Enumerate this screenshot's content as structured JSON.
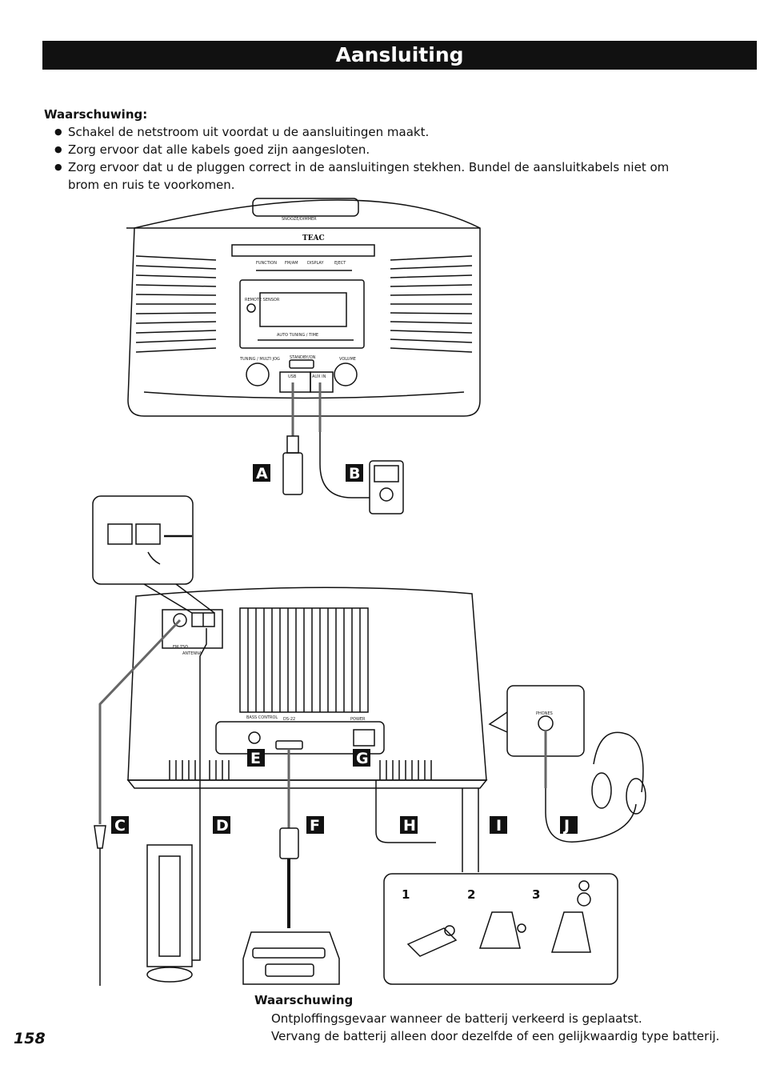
{
  "header": {
    "title": "Aansluiting"
  },
  "warning": {
    "heading": "Waarschuwing:",
    "bullets": [
      "Schakel de netstroom uit voordat u de aansluitingen maakt.",
      "Zorg ervoor dat alle kabels goed zijn aangesloten.",
      "Zorg ervoor dat u de pluggen correct in de aansluitingen stekhen. Bundel de aansluitkabels niet om brom en ruis te voorkomen."
    ]
  },
  "diagram": {
    "brand": "TEAC",
    "top_buttons": [
      "SNOOZE/DIMMER"
    ],
    "front_buttons": [
      "FUNCTION",
      "FM/AM",
      "DISPLAY",
      "EJECT"
    ],
    "front_labels": {
      "remote": "REMOTE SENSOR",
      "auto_tuning": "AUTO TUNING / TIME",
      "tuning": "TUNING / MULTI JOG",
      "standby": "STANDBY/ON",
      "volume": "VOLUME",
      "usb": "USB",
      "aux": "AUX IN"
    },
    "rear_labels": {
      "fm": "FM 75Ω",
      "antenna": "ANTENNA",
      "bass": "BASS CONTROL",
      "ds": "DS-22",
      "power": "POWER",
      "phones": "PHONES"
    },
    "callouts": [
      "A",
      "B",
      "C",
      "D",
      "E",
      "F",
      "G",
      "H",
      "I",
      "J"
    ],
    "steps": [
      "1",
      "2",
      "3"
    ]
  },
  "bottom_warning": {
    "heading": "Waarschuwing",
    "lines": [
      "Ontploffingsgevaar wanneer de batterij verkeerd is geplaatst.",
      "Vervang de batterij alleen door dezelfde of een gelijkwaardig type batterij."
    ]
  },
  "page_number": "158"
}
